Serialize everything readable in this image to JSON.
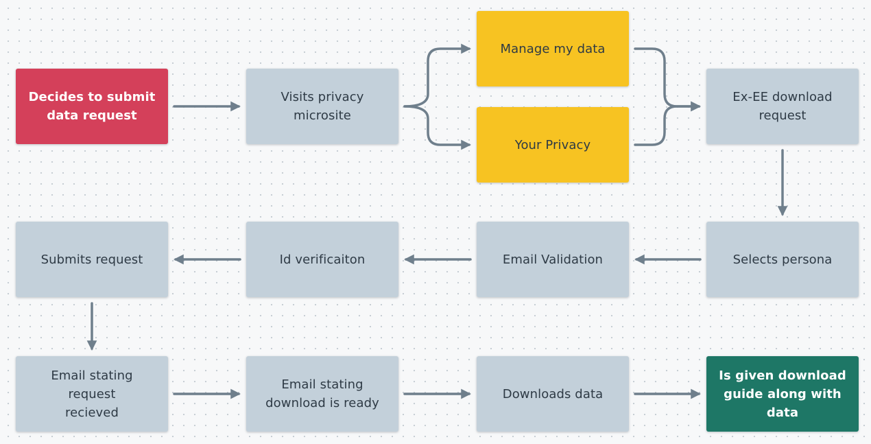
{
  "diagram": {
    "colors": {
      "grey": "#c3d0da",
      "yellow": "#f7c322",
      "red": "#d4405a",
      "green": "#1e7766",
      "connector": "#6f7f8c"
    },
    "nodes": [
      {
        "id": "decides-to-submit",
        "label": "Decides to submit\ndata request",
        "style": "red"
      },
      {
        "id": "visits-privacy-microsite",
        "label": "Visits privacy\nmicrosite",
        "style": "grey"
      },
      {
        "id": "manage-my-data",
        "label": "Manage my data",
        "style": "yellow"
      },
      {
        "id": "your-privacy",
        "label": "Your Privacy",
        "style": "yellow"
      },
      {
        "id": "ex-ee-download-request",
        "label": "Ex-EE download\nrequest",
        "style": "grey"
      },
      {
        "id": "selects-persona",
        "label": "Selects persona",
        "style": "grey"
      },
      {
        "id": "email-validation",
        "label": "Email Validation",
        "style": "grey"
      },
      {
        "id": "id-verification",
        "label": "Id verificaiton",
        "style": "grey"
      },
      {
        "id": "submits-request",
        "label": "Submits request",
        "style": "grey"
      },
      {
        "id": "email-request-received",
        "label": "Email stating request\nrecieved",
        "style": "grey"
      },
      {
        "id": "email-download-ready",
        "label": "Email stating\ndownload is ready",
        "style": "grey"
      },
      {
        "id": "downloads-data",
        "label": "Downloads data",
        "style": "grey"
      },
      {
        "id": "given-download-guide",
        "label": "Is given download\nguide along with data",
        "style": "green"
      }
    ],
    "edges": [
      {
        "from": "decides-to-submit",
        "to": "visits-privacy-microsite"
      },
      {
        "from": "visits-privacy-microsite",
        "to": "manage-my-data"
      },
      {
        "from": "visits-privacy-microsite",
        "to": "your-privacy"
      },
      {
        "from": "manage-my-data",
        "to": "ex-ee-download-request"
      },
      {
        "from": "your-privacy",
        "to": "ex-ee-download-request"
      },
      {
        "from": "ex-ee-download-request",
        "to": "selects-persona"
      },
      {
        "from": "selects-persona",
        "to": "email-validation"
      },
      {
        "from": "email-validation",
        "to": "id-verification"
      },
      {
        "from": "id-verification",
        "to": "submits-request"
      },
      {
        "from": "submits-request",
        "to": "email-request-received"
      },
      {
        "from": "email-request-received",
        "to": "email-download-ready"
      },
      {
        "from": "email-download-ready",
        "to": "downloads-data"
      },
      {
        "from": "downloads-data",
        "to": "given-download-guide"
      }
    ]
  }
}
